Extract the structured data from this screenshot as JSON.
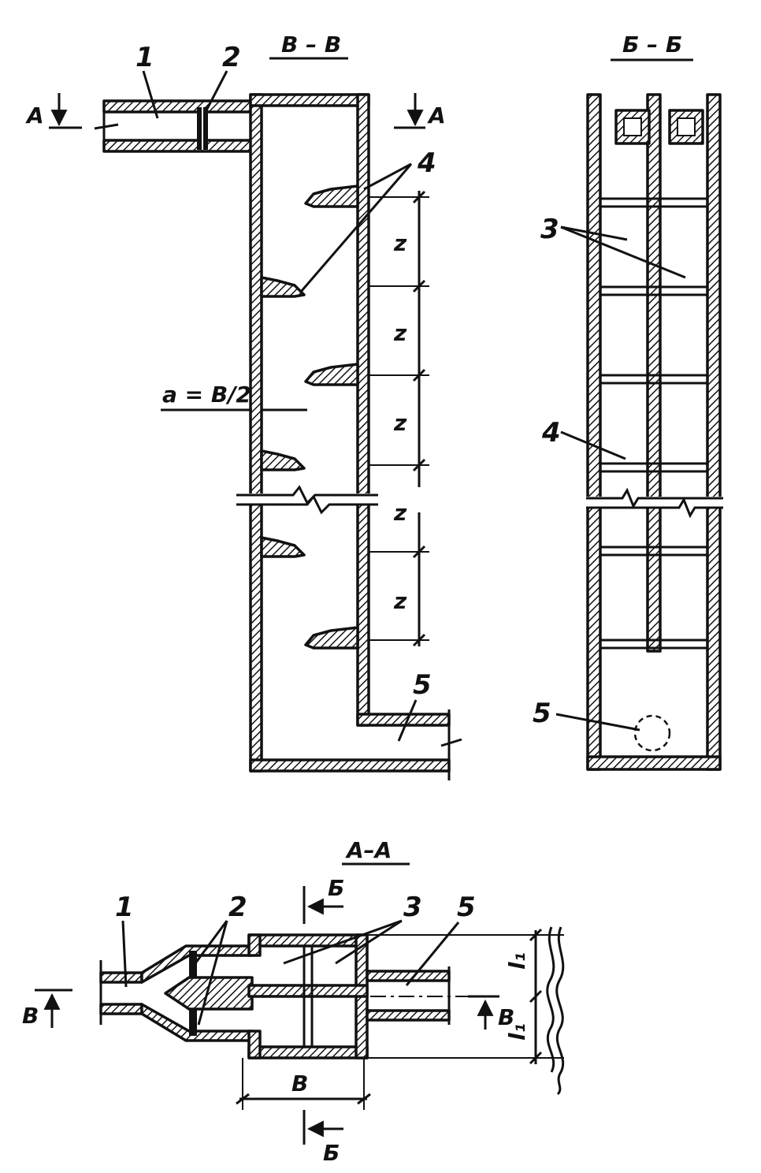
{
  "sections": {
    "vv_title": "В – В",
    "bb_title": "Б – Б",
    "aa_title": "А–А"
  },
  "vv": {
    "cut_a_left": "А",
    "cut_a_right": "А",
    "item_1": "1",
    "item_2": "2",
    "item_4": "4",
    "item_5": "5",
    "z_labels": [
      "z",
      "z",
      "z",
      "z",
      "z"
    ],
    "a_formula": "a = B/2"
  },
  "bb": {
    "item_3": "3",
    "item_4": "4",
    "item_5": "5"
  },
  "aa": {
    "item_1": "1",
    "item_2": "2",
    "item_3": "3",
    "item_5": "5",
    "cut_v_left": "В",
    "cut_v_right": "В",
    "cut_b_top": "Б",
    "cut_b_bottom": "Б",
    "dim_b": "В",
    "dim_l1_top": "l₁",
    "dim_l1_bottom": "l₁"
  }
}
